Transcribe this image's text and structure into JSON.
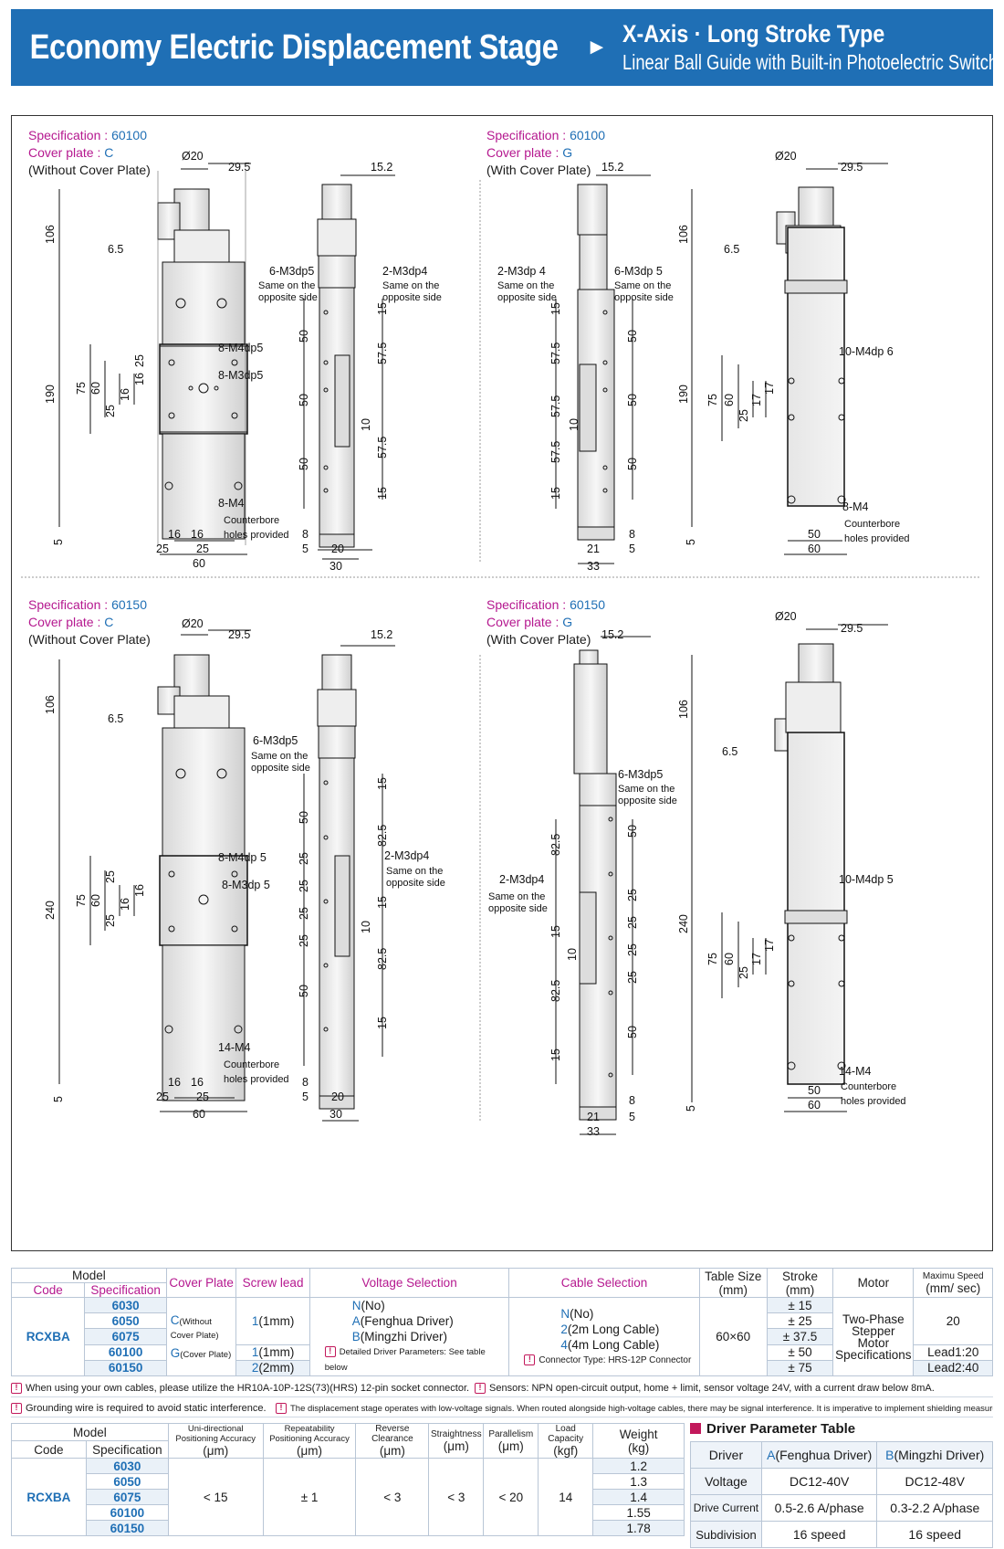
{
  "header": {
    "title": "Economy Electric Displacement Stage",
    "arrow": "►",
    "subtitle1": "X-Axis · Long Stroke Type",
    "subtitle2": "Linear Ball Guide with Built-in Photoelectric Switch"
  },
  "panels": [
    {
      "spec_key": "Specification :",
      "spec_val": "60100",
      "cover_key": "Cover plate :",
      "cover_val": "C",
      "desc": "(Without Cover Plate)"
    },
    {
      "spec_key": "Specification :",
      "spec_val": "60100",
      "cover_key": "Cover plate :",
      "cover_val": "G",
      "desc": "(With Cover Plate)"
    },
    {
      "spec_key": "Specification :",
      "spec_val": "60150",
      "cover_key": "Cover plate :",
      "cover_val": "C",
      "desc": "(Without Cover Plate)"
    },
    {
      "spec_key": "Specification :",
      "spec_val": "60150",
      "cover_key": "Cover plate :",
      "cover_val": "G",
      "desc": "(With Cover Plate)"
    }
  ],
  "drawing": {
    "p1": {
      "d20": "Ø20",
      "d295": "29.5",
      "d152": "15.2",
      "d106": "106",
      "d65": "6.5",
      "d190": "190",
      "d75": "75",
      "d60v": "60",
      "d25a": "25",
      "d16a": "16",
      "d16b": "16",
      "d25b": "25",
      "d5": "5",
      "m3dp5": "6-M3dp5",
      "m3dp4": "2-M3dp4",
      "same": "Same on the",
      "opp": "opposite side",
      "m4dp5": "8-M4dp5",
      "m3dp5b": "8-M3dp5",
      "m4": "8-M4",
      "cb": "Counterbore",
      "hp": "holes provided",
      "d50a": "50",
      "d50b": "50",
      "d50c": "50",
      "d15a": "15",
      "d15b": "15",
      "d575a": "57.5",
      "d575b": "57.5",
      "d10": "10",
      "d8": "8",
      "d5b": "5",
      "d20b": "20",
      "d30": "30",
      "d16c": "16",
      "d16d": "16",
      "d25c": "25",
      "d25d": "25",
      "d60h": "60"
    },
    "p2": {
      "d20": "Ø20",
      "d295": "29.5",
      "d152": "15.2",
      "d106": "106",
      "d65": "6.5",
      "d190": "190",
      "d75": "75",
      "d60v": "60",
      "d25": "25",
      "d17a": "17",
      "d17b": "17",
      "d5": "5",
      "m3dp4": "2-M3dp 4",
      "m3dp5": "6-M3dp 5",
      "same": "Same on the",
      "opp": "opposite side",
      "m4dp6": "10-M4dp 6",
      "m4": "8-M4",
      "cb": "Counterbore",
      "hp": "holes provided",
      "d15a": "15",
      "d15b": "15",
      "d575a": "57.5",
      "d575b": "57.5",
      "d575c": "57.5",
      "d10": "10",
      "d50a": "50",
      "d50b": "50",
      "d50c": "50",
      "d8": "8",
      "d21": "21",
      "d5b": "5",
      "d33": "33",
      "d50h": "50",
      "d60h": "60"
    },
    "p3": {
      "d20": "Ø20",
      "d295": "29.5",
      "d152": "15.2",
      "d106": "106",
      "d65": "6.5",
      "d240": "240",
      "d75": "75",
      "d60v": "60",
      "d25a": "25",
      "d16a": "16",
      "d16b": "16",
      "d25b": "25",
      "d5": "5",
      "m3dp5": "6-M3dp5",
      "same": "Same on the",
      "opp": "opposite side",
      "m4dp5": "8-M4dp 5",
      "m3dp5b": "8-M3dp 5",
      "m3dp4": "2-M3dp4",
      "m4": "14-M4",
      "cb": "Counterbore",
      "hp": "holes provided",
      "d15a": "15",
      "d50a": "50",
      "d825a": "82.5",
      "d25c": "25",
      "d25d": "25",
      "d25e": "25",
      "d25f": "25",
      "d15b": "15",
      "d10": "10",
      "d825b": "82.5",
      "d50b": "50",
      "d15c": "15",
      "d8": "8",
      "d5b": "5",
      "d20b": "20",
      "d30": "30",
      "d16c": "16",
      "d16d": "16",
      "d25g": "25",
      "d25h": "25",
      "d60h": "60"
    },
    "p4": {
      "d20": "Ø20",
      "d295": "29.5",
      "d152": "15.2",
      "d106": "106",
      "d65": "6.5",
      "d240": "240",
      "d75": "75",
      "d60v": "60",
      "d25": "25",
      "d17a": "17",
      "d17b": "17",
      "d5": "5",
      "m3dp5": "6-M3dp5",
      "m3dp4": "2-M3dp4",
      "same": "Same on the",
      "opp": "opposite side",
      "m4dp5": "10-M4dp 5",
      "m4": "14-M4",
      "cb": "Counterbore",
      "hp": "holes provided",
      "d825a": "82.5",
      "d15a": "15",
      "d10": "10",
      "d825b": "82.5",
      "d15b": "15",
      "d50a": "50",
      "d25a": "25",
      "d25b": "25",
      "d25c": "25",
      "d25d": "25",
      "d50b": "50",
      "d8": "8",
      "d21": "21",
      "d5b": "5",
      "d33": "33",
      "d50h": "50",
      "d60h": "60"
    }
  },
  "table1": {
    "h_model": "Model",
    "h_code": "Code",
    "h_spec": "Specification",
    "h_cover": "Cover Plate",
    "h_screw": "Screw lead",
    "h_voltage": "Voltage Selection",
    "h_cable": "Cable Selection",
    "h_table": "Table Size",
    "h_table_u": "(mm)",
    "h_stroke": "Stroke",
    "h_stroke_u": "(mm)",
    "h_motor": "Motor",
    "h_speed": "Maximu Speed",
    "h_speed_u": "(mm/ sec)",
    "code": "RCXBA",
    "specs": [
      "6030",
      "6050",
      "6075",
      "60100",
      "60150"
    ],
    "cover_c": "C",
    "cover_c_note": "(Without Cover Plate)",
    "cover_g": "G",
    "cover_g_note": "(Cover Plate)",
    "screw1_k": "1",
    "screw1_v": "(1mm)",
    "screw2_k": "1",
    "screw2_v": "(1mm)",
    "screw3_k": "2",
    "screw3_v": "(2mm)",
    "volt_n_k": "N",
    "volt_n_v": "(No)",
    "volt_a_k": "A",
    "volt_a_v": "(Fenghua Driver)",
    "volt_b_k": "B",
    "volt_b_v": "(Mingzhi Driver)",
    "volt_note": "Detailed Driver Parameters: See table below",
    "cable_n_k": "N",
    "cable_n_v": "(No)",
    "cable_2_k": "2",
    "cable_2_v": "(2m Long Cable)",
    "cable_4_k": "4",
    "cable_4_v": "(4m Long Cable)",
    "cable_note": "Connector Type: HRS-12P Connector",
    "table_size": "60×60",
    "strokes": [
      "± 15",
      "± 25",
      "± 37.5",
      "± 50",
      "± 75"
    ],
    "motor": "Two-Phase Stepper Motor Specifications",
    "speed": "20",
    "lead1": "Lead1:20",
    "lead2": "Lead2:40"
  },
  "notes": {
    "n1": "When using your own cables, please utilize the HR10A-10P-12S(73)(HRS) 12-pin socket connector.",
    "n2": "Sensors: NPN open-circuit output, home + limit, sensor voltage 24V, with a current draw below 8mA.",
    "n3": "Grounding wire is required to avoid static interference.",
    "n4": "The displacement stage operates with low-voltage signals. When routed alongside high-voltage cables, there may be signal interference. It is imperative to implement shielding measures."
  },
  "table2": {
    "h_model": "Model",
    "h_code": "Code",
    "h_spec": "Specification",
    "h_uni": "Uni-directional Positioning Accuracy",
    "h_rep": "Repeatability Positioning Accuracy",
    "h_rev": "Reverse Clearance",
    "h_str": "Straightness",
    "h_par": "Parallelism",
    "h_load": "Load Capacity",
    "h_weight": "Weight",
    "u_um1": "(μm)",
    "u_um2": "(μm)",
    "u_um3": "(μm)",
    "u_um4": "(μm)",
    "u_um5": "(μm)",
    "u_kgf": "(kgf)",
    "u_kg": "(kg)",
    "code": "RCXBA",
    "specs": [
      "6030",
      "6050",
      "6075",
      "60100",
      "60150"
    ],
    "uni": "< 15",
    "rep": "± 1",
    "rev": "< 3",
    "str": "< 3",
    "par": "< 20",
    "load": "14",
    "weights": [
      "1.2",
      "1.3",
      "1.4",
      "1.55",
      "1.78"
    ]
  },
  "driver": {
    "title": "Driver Parameter Table",
    "h_driver": "Driver",
    "a_k": "A",
    "a_v": "(Fenghua Driver)",
    "b_k": "B",
    "b_v": "(Mingzhi Driver)",
    "h_voltage": "Voltage",
    "a_voltage": "DC12-40V",
    "b_voltage": "DC12-48V",
    "h_current": "Drive Current",
    "a_current": "0.5-2.6 A/phase",
    "b_current": "0.3-2.2 A/phase",
    "h_subdiv": "Subdivision",
    "a_subdiv": "16 speed",
    "b_subdiv": "16 speed"
  },
  "colors": {
    "brand": "#1f6fb5",
    "accent": "#b5188f",
    "info": "#c2185b"
  }
}
